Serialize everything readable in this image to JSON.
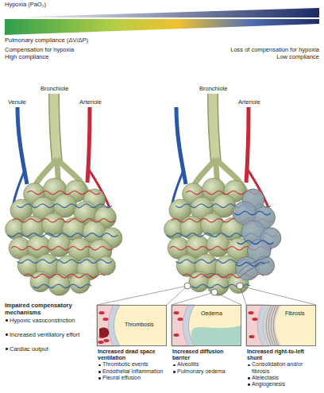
{
  "diagram": {
    "nodes": [
      {
        "text": [
          "Thrombosis",
          "Increased dead space ventilation",
          "Thrombotic events",
          "Endothelial inflammation",
          "Pleural effusion"
        ]
      },
      {
        "text": [
          "Oedema",
          "Increased diffusion barrier",
          "Alveolitis",
          "Pulmonary oedema"
        ]
      },
      {
        "text": [
          "Fibrosis",
          "Increased right-to-left shunt",
          "Consolidation and/or fibrosis",
          "Atelectasis",
          "Angiogenesis"
        ]
      }
    ],
    "labels": [
      "Hypoxia (PaO₂)",
      "Pulmonary compliance (ΔV/ΔP)",
      "Compensation for hypoxia",
      "High compliance",
      "Loss of compensation for hypoxia",
      "Low compliance",
      "Venule",
      "Bronchiole",
      "Arteriole",
      "Bronchiole",
      "Arteriole",
      "Impaired compensatory mechanisms",
      "Hypoxic vasoconstriction",
      "Increased ventilatory effort",
      "Cardiac output"
    ]
  }
}
